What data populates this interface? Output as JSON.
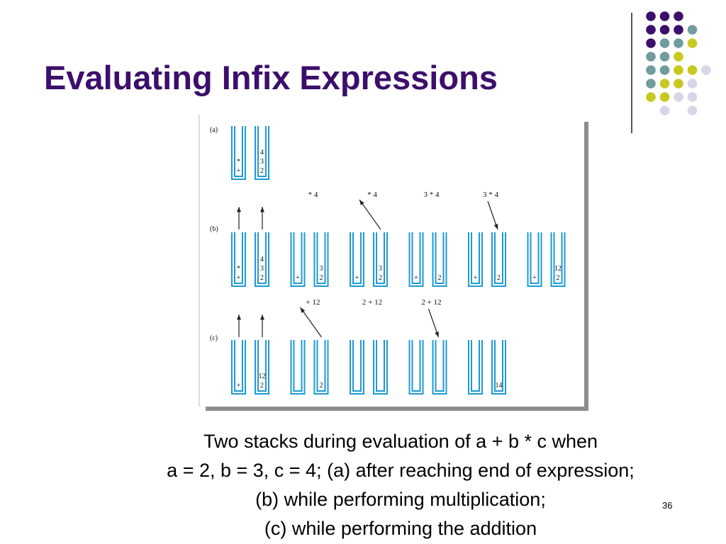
{
  "slide": {
    "title": "Evaluating Infix Expressions",
    "page_number": "36",
    "caption_lines": [
      "Two stacks during evaluation of a + b * c when",
      "a = 2, b = 3, c = 4;  (a) after reaching end of expression;",
      "(b) while performing multiplication;",
      "(c) while performing the addition"
    ]
  },
  "colors": {
    "title": "#3b0f6b",
    "stack": "#1c9ad6",
    "decor_purple": "#3b0f6b",
    "decor_teal": "#6f9c9d",
    "decor_yellow": "#c8c820",
    "decor_lavender": "#d6d6e8"
  },
  "decor_dots": [
    [
      "purple",
      "purple",
      "purple",
      null,
      null
    ],
    [
      "purple",
      "purple",
      "purple",
      "teal",
      null
    ],
    [
      "purple",
      "teal",
      "teal",
      "yellow",
      null
    ],
    [
      "teal",
      "teal",
      "yellow",
      null,
      null
    ],
    [
      "teal",
      "teal",
      "yellow",
      "yellow",
      "lavender"
    ],
    [
      "teal",
      "yellow",
      "yellow",
      "lavender",
      null
    ],
    [
      "yellow",
      "yellow",
      "lavender",
      "lavender",
      null
    ],
    [
      null,
      "lavender",
      null,
      "lavender",
      null
    ]
  ],
  "figure": {
    "rows": [
      {
        "label": "(a)",
        "steps": [
          {
            "operators": [
              "*",
              "+"
            ],
            "operands": [
              "4",
              "3",
              "2"
            ]
          }
        ]
      },
      {
        "label": "(b)",
        "steps": [
          {
            "operators": [
              "*",
              "+"
            ],
            "operands": [
              "4",
              "3",
              "2"
            ],
            "pop": "both"
          },
          {
            "operators": [
              "+"
            ],
            "operands": [
              "3",
              "2"
            ],
            "text": "* 4"
          },
          {
            "operators": [
              "+"
            ],
            "operands": [
              "3",
              "2"
            ],
            "text": "* 4",
            "pop": "right"
          },
          {
            "operators": [
              "+"
            ],
            "operands": [
              "2"
            ],
            "text": "3 * 4"
          },
          {
            "operators": [
              "+"
            ],
            "operands": [
              "2"
            ],
            "text": "3 * 4",
            "push": "right"
          },
          {
            "operators": [
              "+"
            ],
            "operands": [
              "12",
              "2"
            ]
          }
        ]
      },
      {
        "label": "(c)",
        "steps": [
          {
            "operators": [
              "+"
            ],
            "operands": [
              "12",
              "2"
            ],
            "pop": "both"
          },
          {
            "operators": [],
            "operands": [
              "2"
            ],
            "text": "+ 12",
            "pop": "right"
          },
          {
            "operators": [],
            "operands": [],
            "text": "2 + 12"
          },
          {
            "operators": [],
            "operands": [],
            "text": "2 + 12",
            "push": "right"
          },
          {
            "operators": [],
            "operands": [
              "14"
            ]
          }
        ]
      }
    ]
  }
}
